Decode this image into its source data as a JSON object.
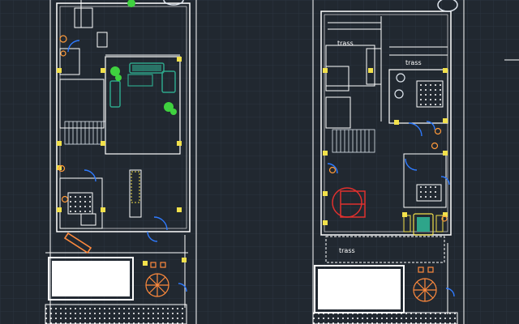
{
  "colors": {
    "background": "#212830",
    "grid": "#2c3640",
    "wall": "#ffffff",
    "column": "#f2e14b",
    "door": "#2f7bff",
    "furniture_green": "#2ea58a",
    "plant": "#3fd13f",
    "sofa_orange": "#ff8a3d",
    "bed_red": "#e0302e",
    "stair_line": "#dfe6ee",
    "sanitary": "#ff9a3a"
  },
  "left_plan": {
    "icons": [
      "car-icon",
      "plant-icon",
      "sofa-icon",
      "dining-table-icon",
      "bed-icon",
      "toilet-icon",
      "stairs-icon",
      "parasol-icon"
    ]
  },
  "right_plan": {
    "labels": {
      "trass_top": "trass",
      "trass_right": "trass",
      "trass_bottom": "trass"
    },
    "icons": [
      "car-icon",
      "bed-icon",
      "armchair-icon",
      "toilet-icon",
      "stairs-icon",
      "parasol-icon"
    ]
  }
}
